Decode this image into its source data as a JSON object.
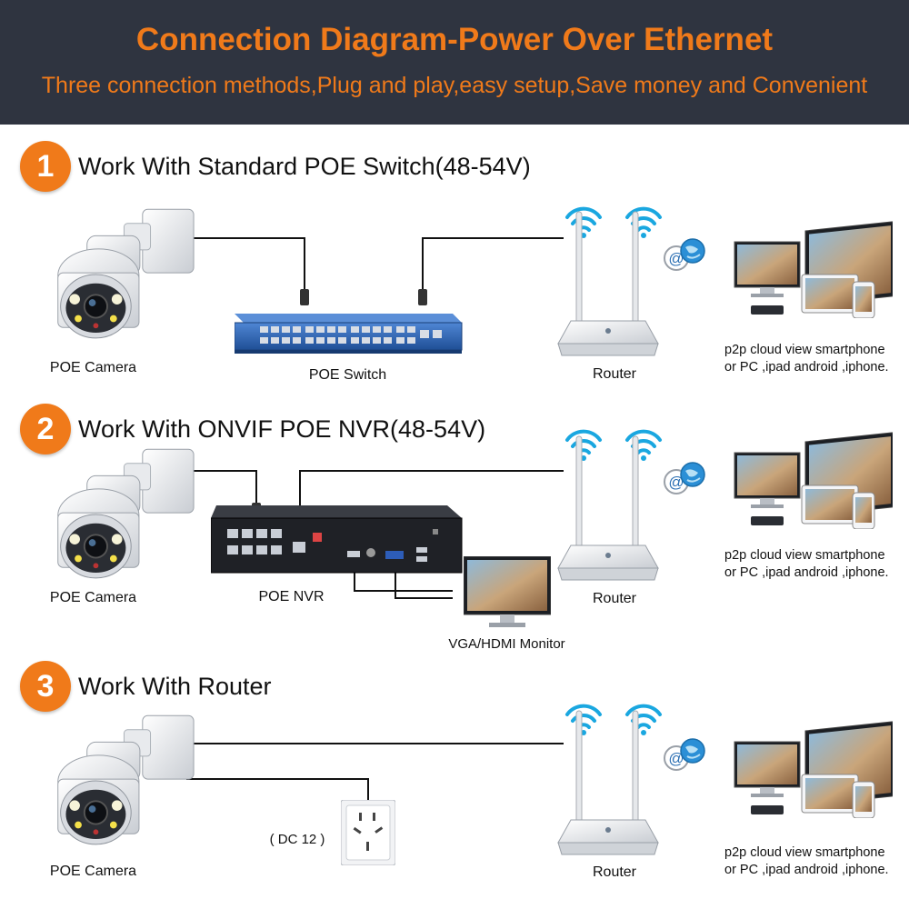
{
  "header": {
    "title": "Connection Diagram-Power Over Ethernet",
    "subtitle": "Three connection methods,Plug and play,easy setup,Save money and Convenient"
  },
  "sections": [
    {
      "number": "1",
      "title": "Work With Standard POE Switch(48-54V)",
      "camera_label": "POE Camera",
      "hub_label": "POE Switch",
      "router_label": "Router",
      "clients_line1": "p2p cloud view smartphone",
      "clients_line2": "or PC ,ipad android ,iphone."
    },
    {
      "number": "2",
      "title": "Work With ONVIF POE NVR(48-54V)",
      "camera_label": "POE Camera",
      "hub_label": "POE NVR",
      "monitor_label": "VGA/HDMI Monitor",
      "router_label": "Router",
      "clients_line1": "p2p cloud view smartphone",
      "clients_line2": "or PC ,ipad android ,iphone."
    },
    {
      "number": "3",
      "title": "Work With Router",
      "camera_label": "POE Camera",
      "power_label": "( DC 12 )",
      "router_label": "Router",
      "clients_line1": "p2p cloud view smartphone",
      "clients_line2": "or PC ,ipad android ,iphone."
    }
  ],
  "icons": {
    "camera": "ptz-dome-camera-icon",
    "switch": "poe-switch-icon",
    "nvr": "nvr-recorder-icon",
    "monitor": "monitor-icon",
    "router": "wifi-router-icon",
    "wifi": "wifi-signal-icon",
    "cloud": "cloud-globe-icon",
    "clients": "pc-tablet-phone-icon",
    "outlet": "power-outlet-icon"
  },
  "colors": {
    "header_bg": "#2f3440",
    "accent": "#f07a1a",
    "wifi": "#1aa7e0",
    "switch_body": "#2e66b8"
  }
}
